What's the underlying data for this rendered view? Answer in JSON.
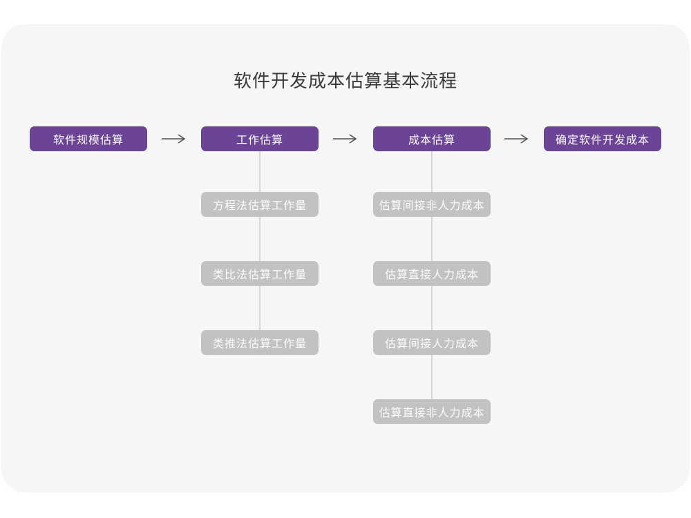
{
  "title": "软件开发成本估算基本流程",
  "colors": {
    "primary": "#6b4397",
    "secondary": "#c2c2c2",
    "card": "#f6f6f6",
    "page": "#ffffff",
    "arrow": "#4d4d4d",
    "connector": "#d6d6d6",
    "title-text": "#3a3a3a",
    "box-text": "#ffffff"
  },
  "flow": {
    "nodes": [
      {
        "label": "软件规模估算"
      },
      {
        "label": "工作估算"
      },
      {
        "label": "成本估算"
      },
      {
        "label": "确定软件开发成本"
      }
    ],
    "arrow_icon": "right-arrow"
  },
  "work_estimation_methods": {
    "parent": "工作估算",
    "items": [
      {
        "label": "方程法估算工作量"
      },
      {
        "label": "类比法估算工作量"
      },
      {
        "label": "类推法估算工作量"
      }
    ]
  },
  "cost_estimation_steps": {
    "parent": "成本估算",
    "items": [
      {
        "label": "估算间接非人力成本"
      },
      {
        "label": "估算直接人力成本"
      },
      {
        "label": "估算间接人力成本"
      },
      {
        "label": "估算直接非人力成本"
      }
    ]
  }
}
